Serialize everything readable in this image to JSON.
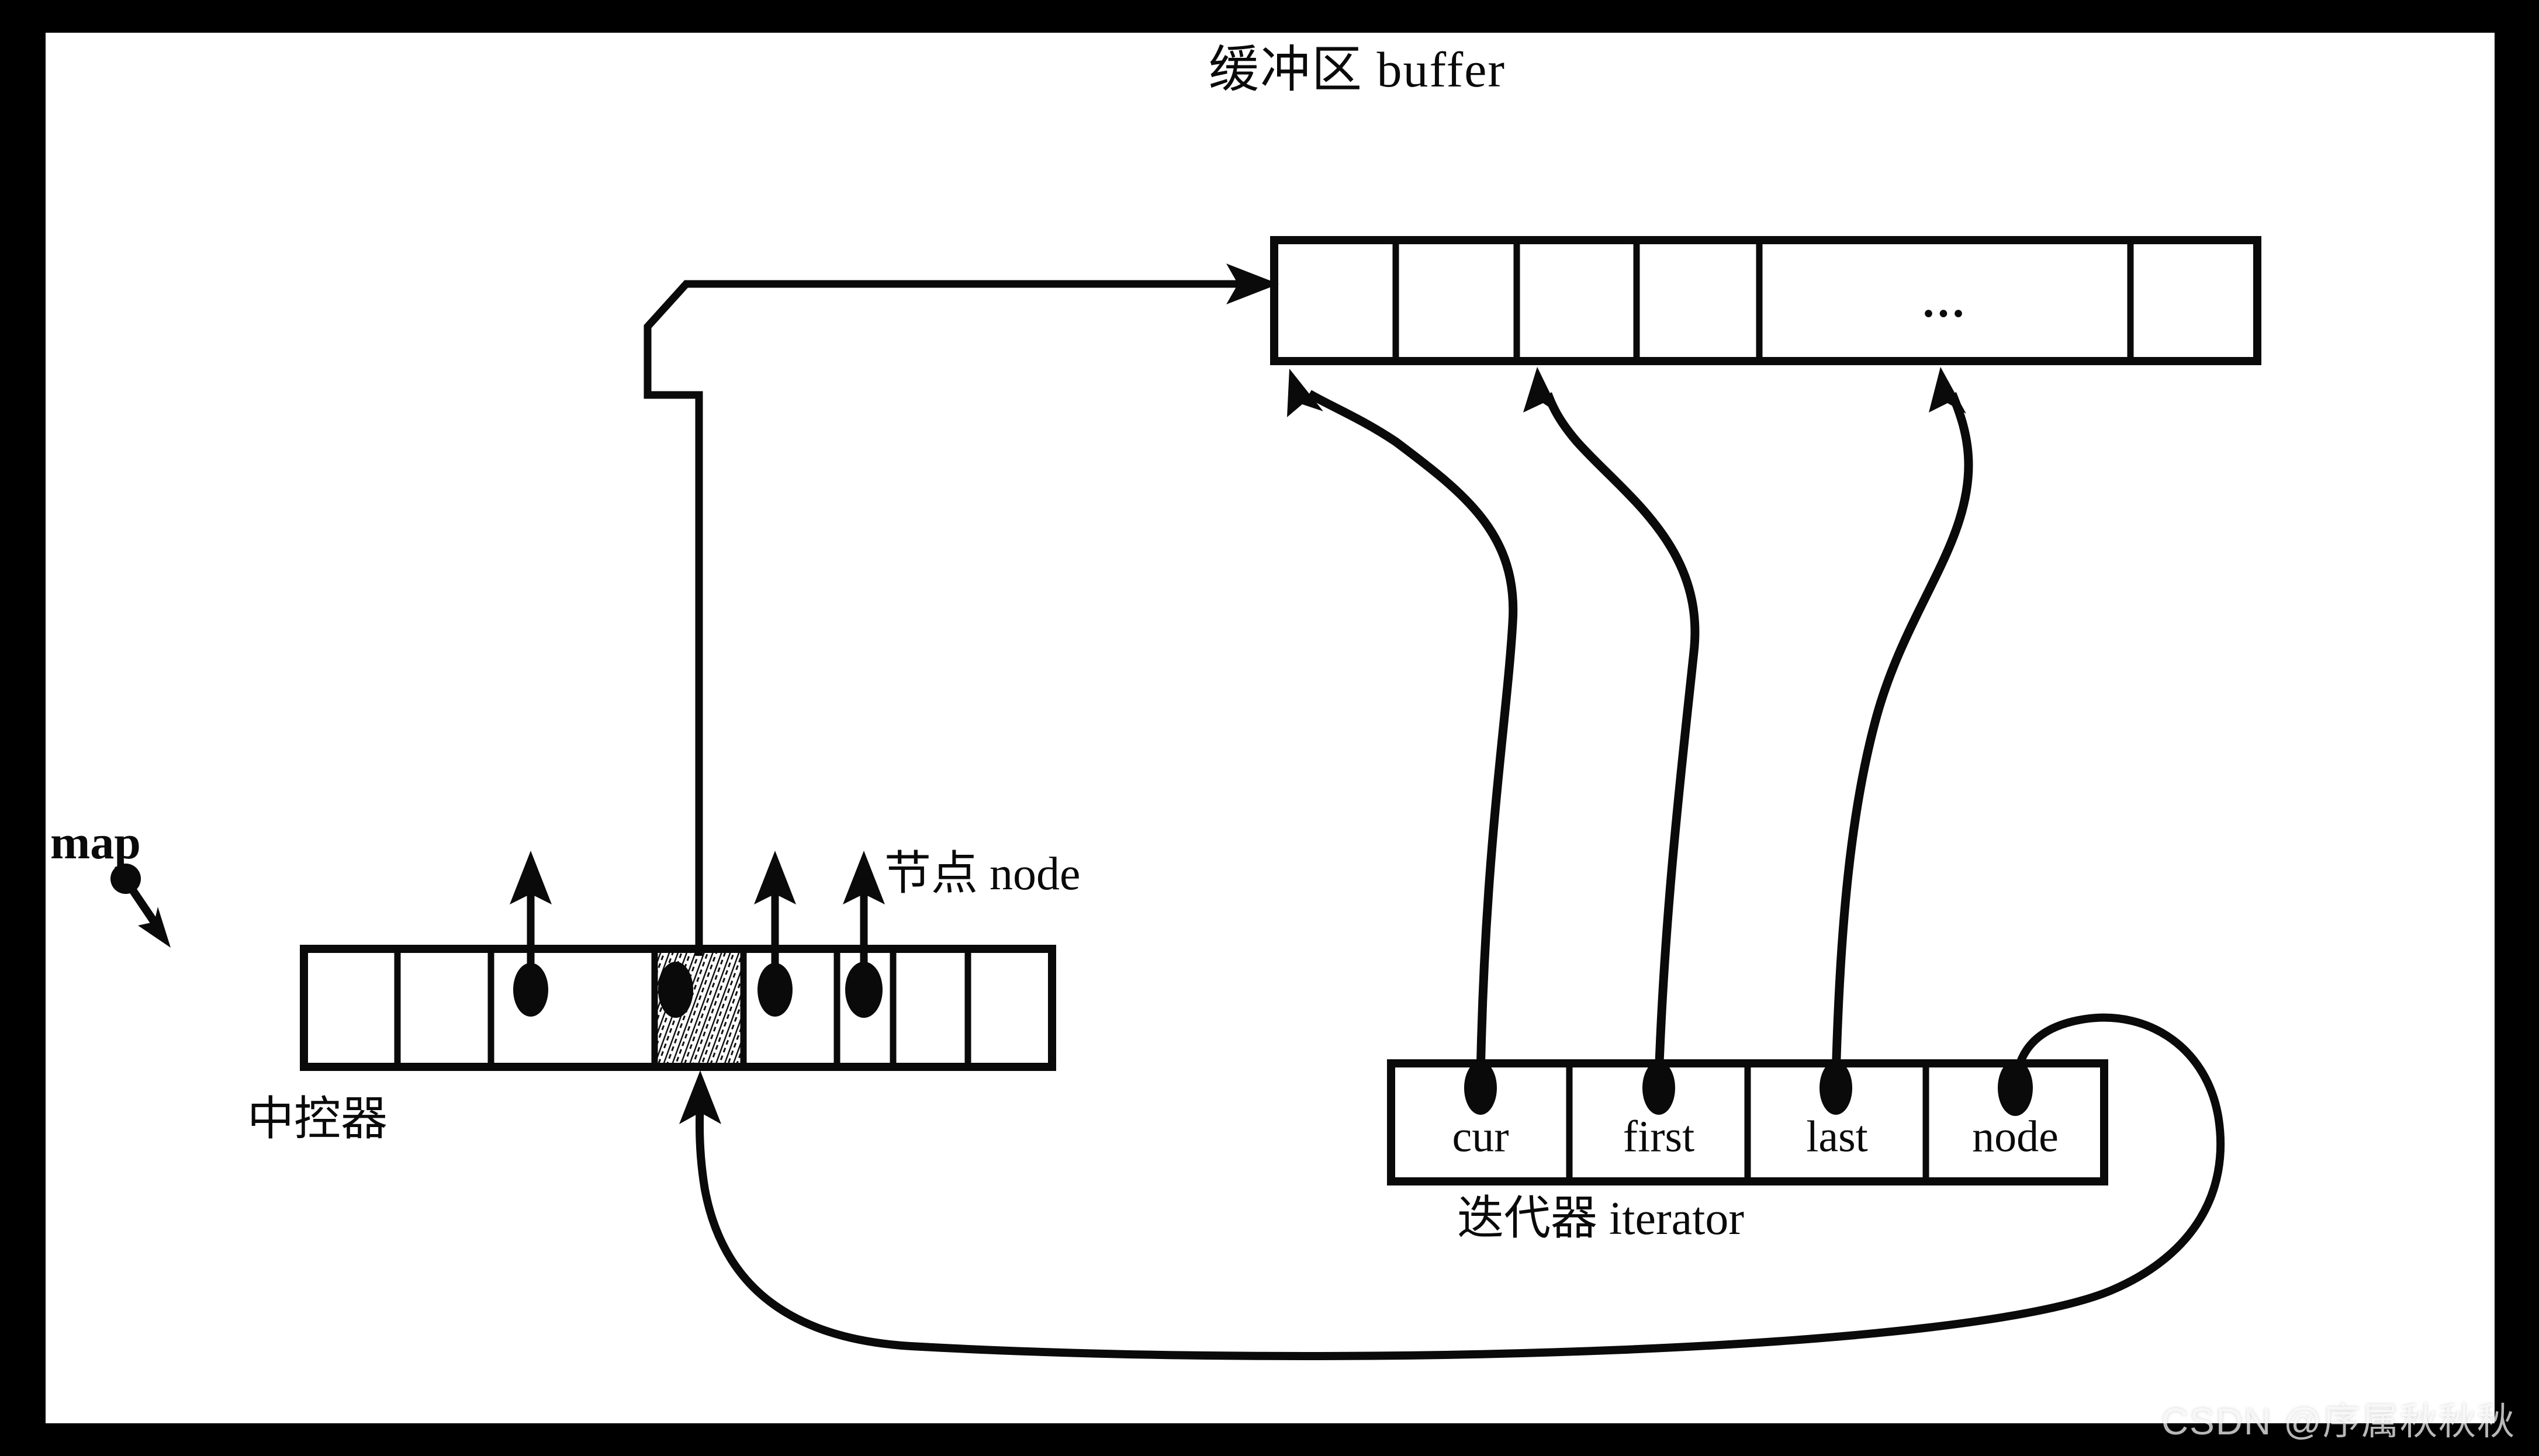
{
  "figure": {
    "kind": "deque-memory-layout-diagram",
    "background_outer": "#000000",
    "background_inner": "#ffffff",
    "ink_color": "#0a0a0a"
  },
  "labels": {
    "buffer": "缓冲区 buffer",
    "node": "节点 node",
    "iterator": "迭代器 iterator",
    "map": "map",
    "central_controller": "中控器"
  },
  "buffer": {
    "title": "缓冲区 buffer",
    "cell_count": 6,
    "ellipsis_cell_index": 4,
    "ellipsis_text": "...",
    "cells": [
      "",
      "",
      "",
      "",
      "...",
      ""
    ]
  },
  "map_array": {
    "title": "节点 node",
    "sublabel": "中控器",
    "pointer_label": "map",
    "cell_count": 8,
    "shaded_cell_index": 3,
    "pointer_cell_indices": [
      2,
      3,
      4,
      5
    ],
    "cells": [
      "",
      "",
      "",
      "",
      "",
      "",
      "",
      ""
    ]
  },
  "iterator": {
    "title": "迭代器 iterator",
    "fields": [
      "cur",
      "first",
      "last",
      "node"
    ]
  },
  "connections": [
    {
      "from": "map_array.cell[3]",
      "to": "buffer.start",
      "style": "orthogonal-arrow"
    },
    {
      "from": "iterator.cur",
      "to": "buffer.cell[1].left",
      "style": "curved-arrow"
    },
    {
      "from": "iterator.first",
      "to": "buffer.start",
      "style": "curved-arrow"
    },
    {
      "from": "iterator.last",
      "to": "buffer.cell[5].left",
      "style": "curved-arrow"
    },
    {
      "from": "iterator.node",
      "to": "map_array.cell[3].bottom",
      "style": "curved-loop-arrow"
    },
    {
      "from": "map",
      "to": "map_array.top_left",
      "style": "short-arrow"
    }
  ],
  "watermark": {
    "text": "CSDN @序属秋秋秋"
  }
}
